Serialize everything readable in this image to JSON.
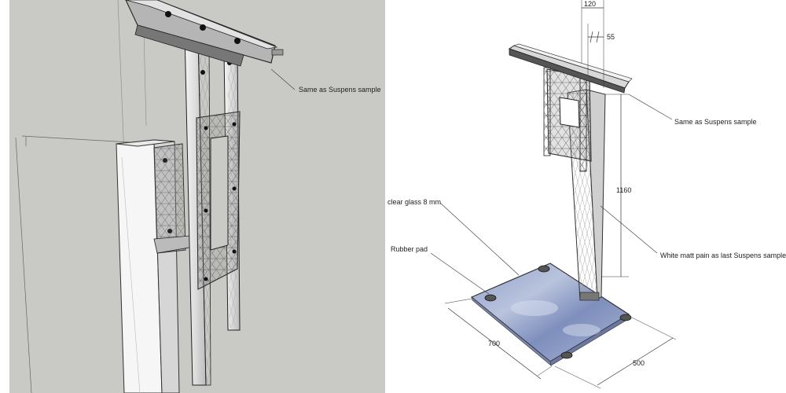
{
  "left_view": {
    "callout": "Same as Suspens sample"
  },
  "right_view": {
    "callouts": {
      "top_rail": "Same as Suspens sample",
      "glass": "clear glass 8 mm",
      "pad": "Rubber pad",
      "column": "White matt pain as last Suspens sample"
    },
    "dimensions": {
      "column_width": "120",
      "column_depth": "55",
      "height": "1160",
      "base_depth": "700",
      "base_width": "500"
    }
  },
  "colors": {
    "left_background": "#c9cac5",
    "glass_tint": "#8fa0c8",
    "metal": "#8a8a8a"
  }
}
